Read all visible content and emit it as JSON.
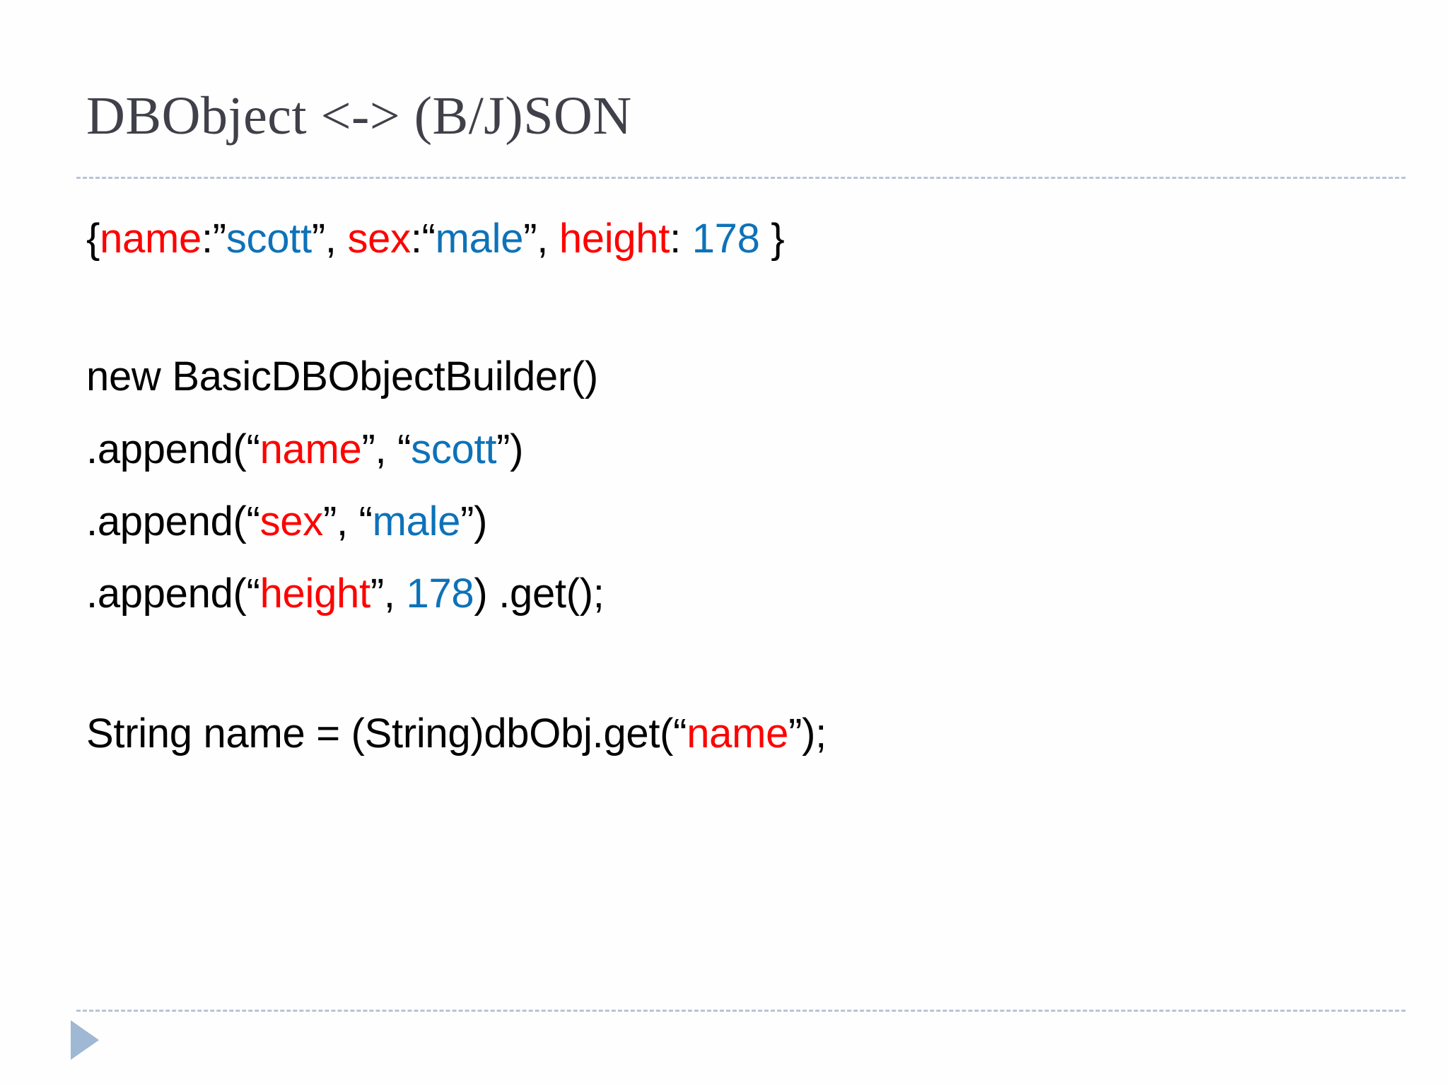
{
  "slide": {
    "title": "DBObject <-> (B/J)SON",
    "title_color": "#3f4049",
    "background": "#fefefe",
    "rule_color": "#b7c5d6",
    "triangle_color": "#9fb8d3"
  },
  "colors": {
    "key": "#ff0000",
    "value": "#0d72b8",
    "plain": "#000000"
  },
  "code": {
    "json_line": {
      "open_brace": "{",
      "key_name": "name",
      "colon_quote_1": ":”",
      "value_scott": "scott",
      "quote_comma_1": "”, ",
      "key_sex": "sex",
      "colon_quote_2": ":“",
      "value_male": "male",
      "quote_comma_2": "”, ",
      "key_height": "height",
      "colon_2": ": ",
      "value_178": "178",
      "close_brace": " }"
    },
    "builder_line": "new BasicDBObjectBuilder()",
    "append_name": {
      "prefix": ".append(“",
      "key": "name",
      "mid": "”, “",
      "value": "scott",
      "suffix": "”)"
    },
    "append_sex": {
      "prefix": ".append(“",
      "key": "sex",
      "mid": "”, “",
      "value": "male",
      "suffix": "”)"
    },
    "append_height": {
      "prefix": ".append(“",
      "key": "height",
      "mid": "”, ",
      "value": "178",
      "suffix": ") .get();"
    },
    "getter_line": {
      "prefix": "String name = (String)dbObj.get(“",
      "key": "name",
      "suffix": "”);"
    }
  }
}
